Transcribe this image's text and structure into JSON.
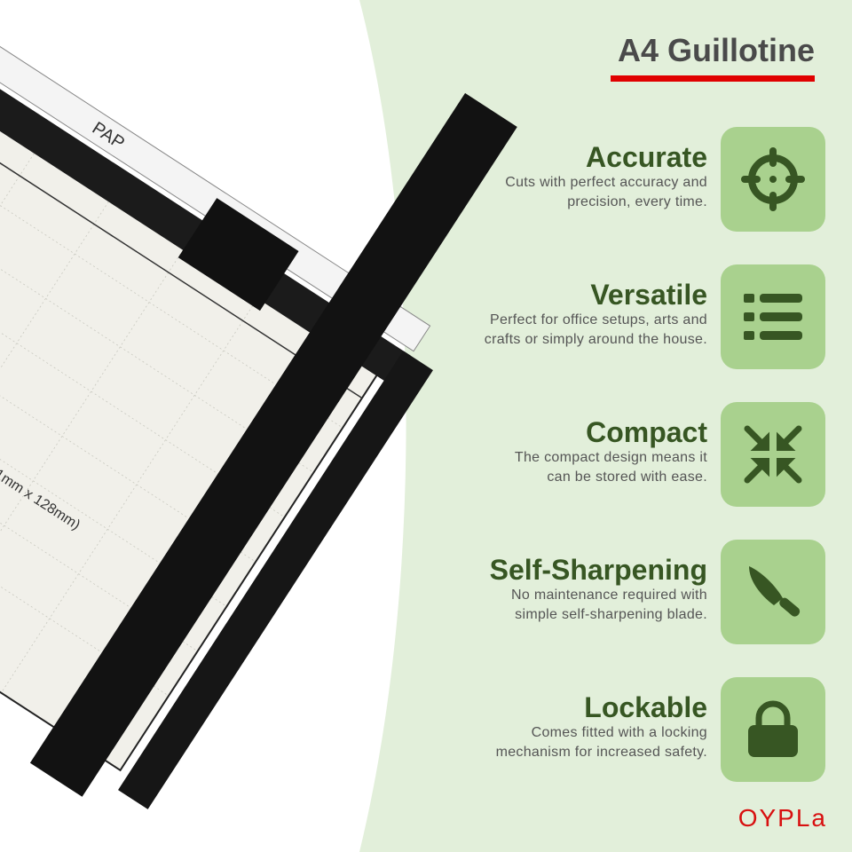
{
  "header": {
    "title": "A4 Guillotine"
  },
  "colors": {
    "background": "#e2efda",
    "tile": "#a9d18e",
    "accent_dark_green": "#375623",
    "title_underline": "#e00000",
    "brand_red": "#d81010"
  },
  "features": [
    {
      "title": "Accurate",
      "lines": [
        "Cuts with perfect accuracy and",
        "precision, every time."
      ],
      "icon": "crosshair-icon"
    },
    {
      "title": "Versatile",
      "lines": [
        "Perfect for office setups, arts and",
        "crafts or simply around the house."
      ],
      "icon": "list-icon"
    },
    {
      "title": "Compact",
      "lines": [
        "The compact design means it",
        "can be stored with ease."
      ],
      "icon": "compress-arrows-icon"
    },
    {
      "title": "Self-Sharpening",
      "lines": [
        "No maintenance required with",
        "simple self-sharpening blade."
      ],
      "icon": "knife-icon"
    },
    {
      "title": "Lockable",
      "lines": [
        "Comes fitted with a locking",
        "mechanism for increased safety."
      ],
      "icon": "padlock-icon"
    }
  ],
  "product": {
    "ruler_label": "PAP",
    "size_label": "1mm x 128mm)"
  },
  "brand": {
    "logo": "OYPLa"
  }
}
